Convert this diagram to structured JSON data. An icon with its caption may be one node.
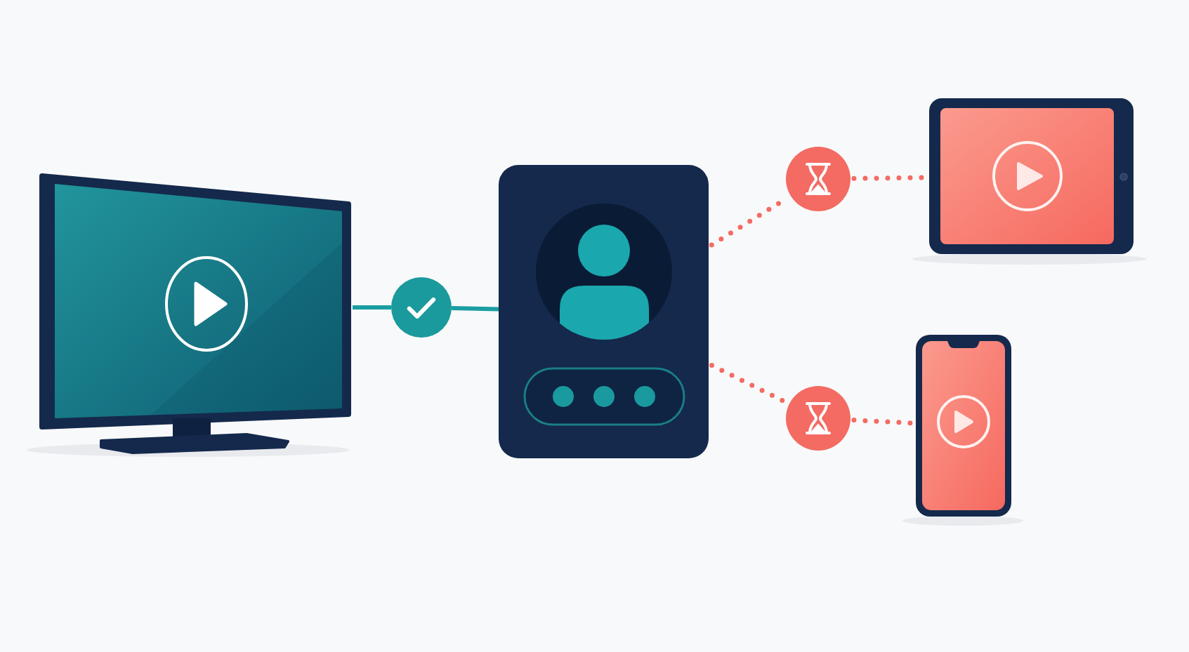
{
  "diagram": {
    "nodes": [
      {
        "text": [],
        "shape": "picture"
      },
      {
        "text": [],
        "shape": "circle"
      },
      {
        "text": [],
        "shape": "picture"
      },
      {
        "text": [],
        "shape": "circle"
      },
      {
        "text": [],
        "shape": "circle"
      },
      {
        "text": [],
        "shape": "picture"
      },
      {
        "text": [],
        "shape": "picture"
      }
    ],
    "edges": [
      {
        "from": 0,
        "to": 1,
        "arrow": "none",
        "color": "#1a9ea3"
      },
      {
        "from": 1,
        "to": 2,
        "arrow": "none",
        "color": "#1a9ea3"
      },
      {
        "from": 2,
        "to": 3,
        "arrow": "none",
        "style": "dashed"
      },
      {
        "from": 3,
        "to": 5,
        "arrow": "none",
        "style": "dashed"
      },
      {
        "from": 2,
        "to": 4,
        "arrow": "none",
        "style": "dashed"
      },
      {
        "from": 4,
        "to": 6,
        "arrow": "none",
        "style": "dashed"
      }
    ]
  }
}
